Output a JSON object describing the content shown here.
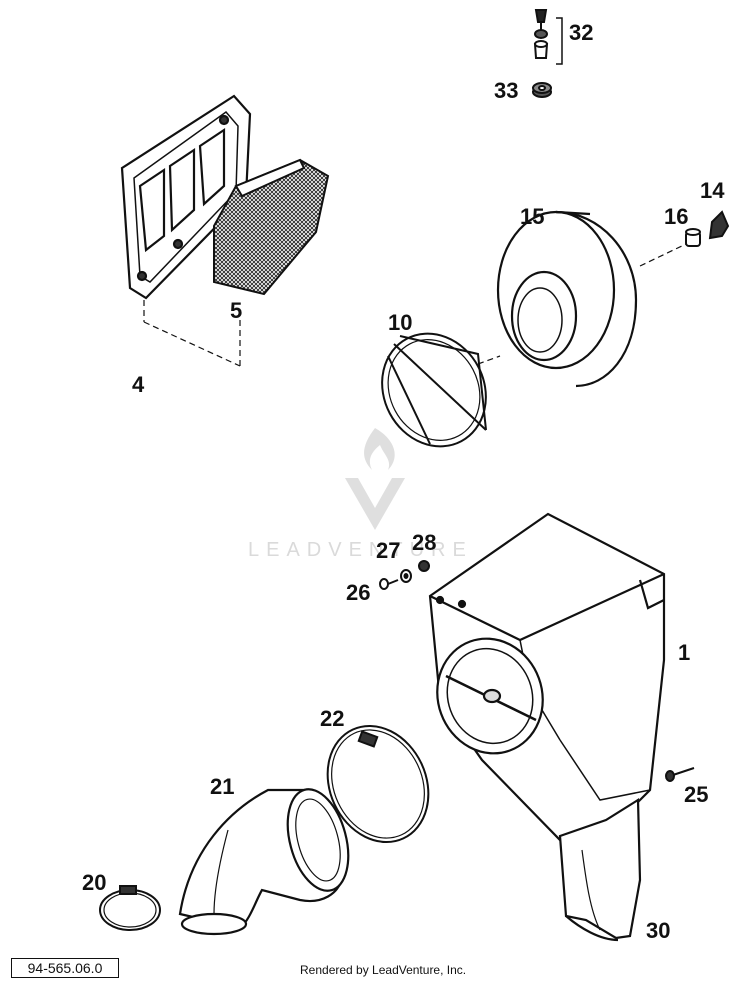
{
  "diagram": {
    "reference_number": "94-565.06.0",
    "credit": "Rendered by LeadVenture, Inc.",
    "watermark": "LEADVENTURE",
    "part_labels": [
      {
        "id": "32",
        "text": "32"
      },
      {
        "id": "33",
        "text": "33"
      },
      {
        "id": "14",
        "text": "14"
      },
      {
        "id": "15",
        "text": "15"
      },
      {
        "id": "16",
        "text": "16"
      },
      {
        "id": "5",
        "text": "5"
      },
      {
        "id": "4",
        "text": "4"
      },
      {
        "id": "10",
        "text": "10"
      },
      {
        "id": "27",
        "text": "27"
      },
      {
        "id": "28",
        "text": "28"
      },
      {
        "id": "26",
        "text": "26"
      },
      {
        "id": "1",
        "text": "1"
      },
      {
        "id": "22",
        "text": "22"
      },
      {
        "id": "21",
        "text": "21"
      },
      {
        "id": "25",
        "text": "25"
      },
      {
        "id": "20",
        "text": "20"
      },
      {
        "id": "30",
        "text": "30"
      }
    ]
  }
}
